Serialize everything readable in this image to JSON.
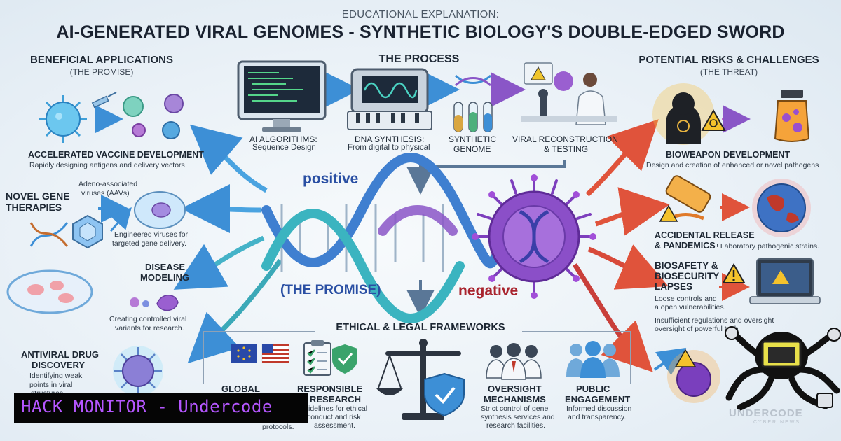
{
  "header": {
    "eyebrow": "EDUCATIONAL EXPLANATION:",
    "title": "AI-GENERATED VIRAL GENOMES - SYNTHETIC BIOLOGY'S DOUBLE-EDGED SWORD"
  },
  "benefits": {
    "title": "BENEFICIAL APPLICATIONS",
    "subtitle": "(THE PROMISE)",
    "vaccine": {
      "title": "ACCELERATED VACCINE DEVELOPMENT",
      "desc": "Rapidly designing antigens and delivery vectors"
    },
    "gene": {
      "title_1": "NOVEL GENE",
      "title_2": "THERAPIES",
      "note_1": "Adeno-associated",
      "note_2": "viruses (AAVs)",
      "desc_1": "Engineered viruses for",
      "desc_2": "targeted gene delivery."
    },
    "disease": {
      "title_1": "DISEASE",
      "title_2": "MODELING",
      "desc_1": "Creating controlled viral",
      "desc_2": "variants for research."
    },
    "antiviral": {
      "title_1": "ANTIVIRAL DRUG",
      "title_2": "DISCOVERY",
      "desc_1": "Identifying weak",
      "desc_2": "points in viral",
      "desc_3": "structures"
    }
  },
  "process": {
    "title": "THE PROCESS",
    "steps": [
      {
        "title": "AI ALGORITHMS:",
        "desc": "Sequence Design"
      },
      {
        "title": "DNA SYNTHESIS:",
        "desc": "From digital to physical"
      },
      {
        "title": "SYNTHETIC",
        "desc": "GENOME"
      },
      {
        "title": "VIRAL RECONSTRUCTION",
        "desc": "& TESTING"
      }
    ]
  },
  "risks": {
    "title": "POTENTIAL RISKS & CHALLENGES",
    "subtitle": "(THE THREAT)",
    "bioweapon": {
      "title": "BIOWEAPON DEVELOPMENT",
      "desc": "Design and creation of enhanced or novel pathogens"
    },
    "release": {
      "title_1": "ACCIDENTAL RELEASE",
      "title_2": "& PANDEMICS",
      "desc": "! Laboratory pathogenic strains."
    },
    "biosafety": {
      "title_1": "BIOSAFETY &",
      "title_2": "BIOSECURITY",
      "title_3": "LAPSES",
      "desc_1": "Loose controls and",
      "desc_2": "a open vulnerabilities.",
      "desc_3": "Insufficient regulations and oversight",
      "desc_4": "oversight of powerful tech"
    }
  },
  "center": {
    "positive": "positive",
    "promise": "(THE PROMISE)",
    "negative": "negative"
  },
  "frameworks": {
    "title": "ETHICAL & LEGAL FRAMEWORKS",
    "global": {
      "title": "GLOBAL"
    },
    "responsible": {
      "title_1": "RESPONSIBLE",
      "title_2": "RESEARCH",
      "desc_1": "Guidelines for ethical",
      "desc_2": "conduct and risk",
      "desc_3": "assessment.",
      "desc_4": "protocols."
    },
    "oversight": {
      "title_1": "OVERSIGHT",
      "title_2": "MECHANISMS",
      "desc_1": "Strict control of gene",
      "desc_2": "synthesis services and",
      "desc_3": "research facilities."
    },
    "public": {
      "title_1": "PUBLIC",
      "title_2": "ENGAGEMENT",
      "desc_1": "Informed discussion",
      "desc_2": "and transparency."
    }
  },
  "overlay": {
    "banner": "HACK MONITOR - Undercode",
    "watermark": "UNDERCODE",
    "watermark_sub": "CYBER NEWS"
  }
}
